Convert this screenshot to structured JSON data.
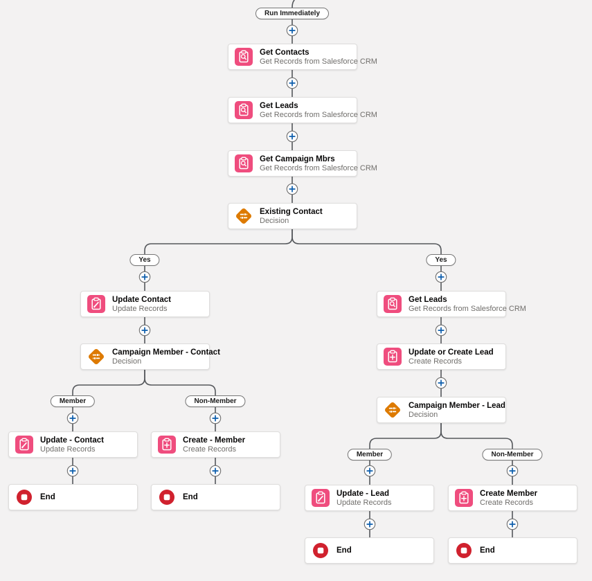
{
  "app": {
    "name": "Flow Builder Canvas"
  },
  "colors": {
    "background": "#f3f2f2",
    "card_background": "#ffffff",
    "connector": "#54575b",
    "data_element_pink": "#ef4d7e",
    "decision_orange": "#dd7a01",
    "end_red": "#d0212e",
    "plus_blue": "#0b5cab",
    "title_text": "#080707",
    "subtitle_text": "#706e6b"
  },
  "icons": {
    "get_records": "clipboard-magnifier-icon",
    "update_records": "clipboard-pencil-icon",
    "create_records": "clipboard-plus-icon",
    "decision": "diamond-rules-icon",
    "end": "stop-circle-icon",
    "add_element": "plus-circle-icon"
  },
  "start": {
    "label": "Run Immediately"
  },
  "branches": [
    {
      "label": "Yes"
    },
    {
      "label": "Yes"
    },
    {
      "label": "Member"
    },
    {
      "label": "Non-Member"
    },
    {
      "label": "Member"
    },
    {
      "label": "Non-Member"
    }
  ],
  "nodes": [
    {
      "title": "Get Contacts",
      "subtitle": "Get Records from Salesforce CRM",
      "type": "get-records"
    },
    {
      "title": "Get Leads",
      "subtitle": "Get Records from Salesforce CRM",
      "type": "get-records"
    },
    {
      "title": "Get Campaign Mbrs",
      "subtitle": "Get Records from Salesforce CRM",
      "type": "get-records"
    },
    {
      "title": "Existing Contact",
      "subtitle": "Decision",
      "type": "decision"
    },
    {
      "title": "Update Contact",
      "subtitle": "Update Records",
      "type": "update-records"
    },
    {
      "title": "Campaign Member - Contact",
      "subtitle": "Decision",
      "type": "decision"
    },
    {
      "title": "Update - Contact",
      "subtitle": "Update Records",
      "type": "update-records"
    },
    {
      "title": "Create - Member",
      "subtitle": "Create Records",
      "type": "create-records"
    },
    {
      "title": "End",
      "type": "end"
    },
    {
      "title": "End",
      "type": "end"
    },
    {
      "title": "Get Leads",
      "subtitle": "Get Records from Salesforce CRM",
      "type": "get-records"
    },
    {
      "title": "Update or Create Lead",
      "subtitle": "Create Records",
      "type": "create-records"
    },
    {
      "title": "Campaign Member - Lead",
      "subtitle": "Decision",
      "type": "decision"
    },
    {
      "title": "Update - Lead",
      "subtitle": "Update Records",
      "type": "update-records"
    },
    {
      "title": "Create Member",
      "subtitle": "Create Records",
      "type": "create-records"
    },
    {
      "title": "End",
      "type": "end"
    },
    {
      "title": "End",
      "type": "end"
    }
  ]
}
